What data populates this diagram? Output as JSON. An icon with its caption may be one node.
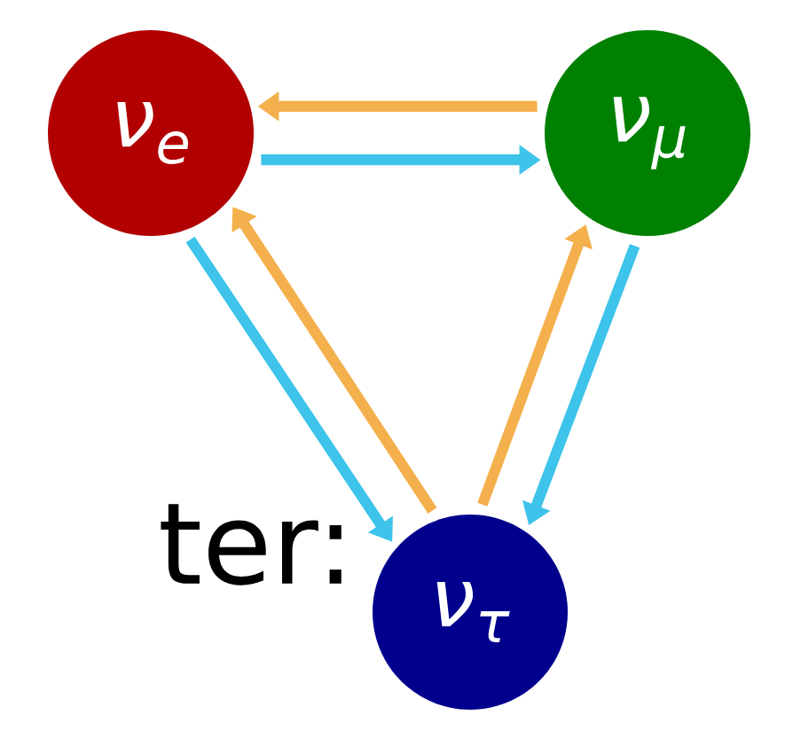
{
  "diagram": {
    "nodes": [
      {
        "text": [
          "ν$_{e}$"
        ]
      },
      {
        "text": [
          "ν$_{μ}$"
        ]
      },
      {
        "text": [
          "ν$_{τ}$"
        ]
      }
    ],
    "edges": [
      {
        "from": 1,
        "to": 0,
        "arrow": "to",
        "color": "#f4b04c"
      },
      {
        "from": 0,
        "to": 1,
        "arrow": "to",
        "color": "#3ec3ea"
      },
      {
        "from": 0,
        "to": 2,
        "arrow": "to",
        "color": "#3ec3ea"
      },
      {
        "from": 2,
        "to": 0,
        "arrow": "to",
        "color": "#f4b04c"
      },
      {
        "from": 2,
        "to": 1,
        "arrow": "to",
        "color": "#f4b04c"
      },
      {
        "from": 1,
        "to": 2,
        "arrow": "to",
        "color": "#3ec3ea"
      }
    ],
    "labels": [
      "ter:"
    ]
  }
}
